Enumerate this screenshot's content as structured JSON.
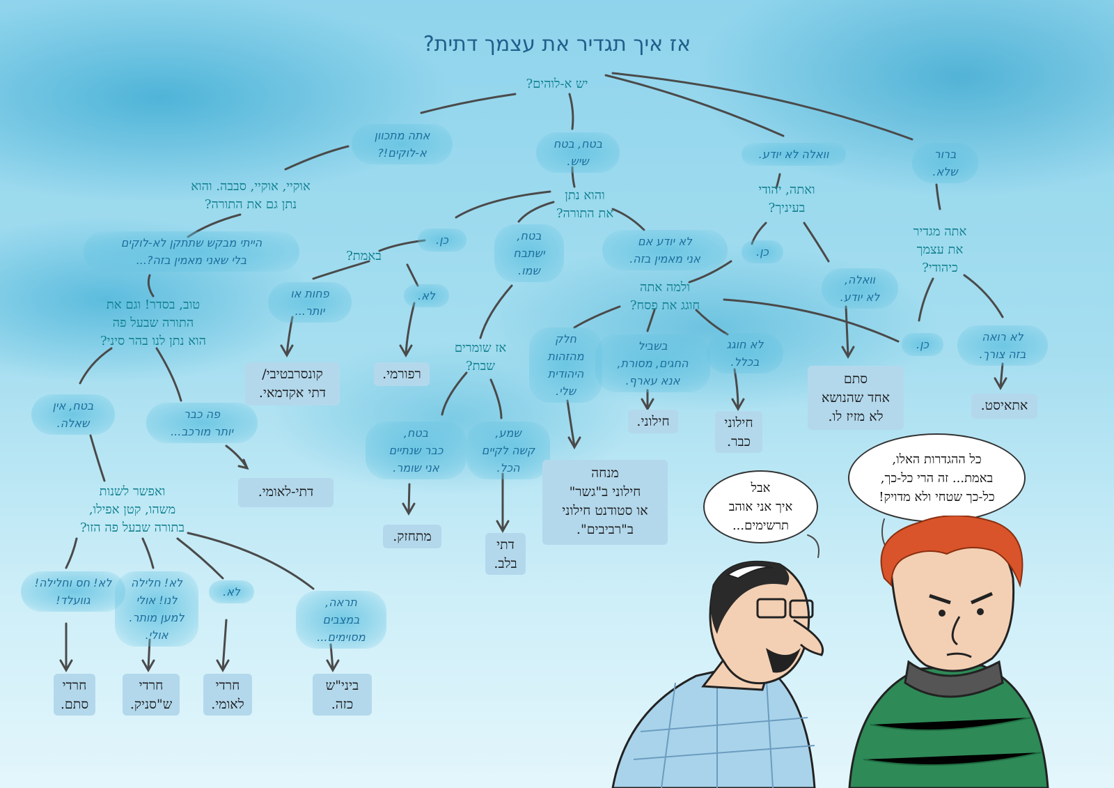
{
  "title": "אז איך תגדיר את עצמך דתית?",
  "questions": {
    "root": "יש א-לוהים?",
    "okay": "אוקיי, אוקיי, סבבה. והוא\nנתן גם את התורה?",
    "oral": "טוב, בסדר! וגם את\nהתורה שבעל פה\nהוא נתן לנו בהר סיני?",
    "change": "ואפשר לשנות\nמשהו, קטן אפילו,\nבתורה שבעל פה הזו?",
    "torah2": "והוא נתן\nאת התורה?",
    "really": "באמת?",
    "shabbat": "אז שומרים\nשבת?",
    "pesach": "ולמה אתה\nחוגג את פסח?",
    "jew_eyes": "ואתה, יהודי\nבעיניך?",
    "define_jew": "אתה מגדיר\nאת עצמך\nכיהודי?"
  },
  "answers": {
    "mean_god": "אתה מתכוון\nא-לוקים!?",
    "sure": "בטח, בטח\nשיש.",
    "dunno": "וואלה לא יודע.",
    "clearly_not": "ברור\nשלא.",
    "want_god": "הייתי מבקש שתתקן לא-לוקים\nבלי שאני מאמין בזה?...",
    "sure_no_q": "בטח, אין\nשאלה.",
    "complicated": "פה כבר\nיותר מורכב...",
    "no_way": "לא! חס וחלילה!\nגוועלד!",
    "no_only_more": "לא! חלילה\nלנו! אולי\nלמען מותר.\nאולי.",
    "no": "לא.",
    "see_mood": "תראה,\nבמצבים\nמסוימים...",
    "yes1": "כן.",
    "more_or_less": "פחות או\nיותר...",
    "no2": "לא.",
    "sure_blessed": "בטח,\nישתבח\nשמו.",
    "sure_keep": "בטח,\nכבר שנתיים\nאני שומר.",
    "yes_hard": "שמע,\nקשה לקיים\nהכל.",
    "dunno_believe": "לא יודע אם\nאני מאמין בזה.",
    "part_identity": "חלק\nמהזהות\nהיהודית\nשלי.",
    "holiday_trad": "בשביל\nהחגים, מסורת,\nאנא עארף.",
    "dont_celebrate": "לא חוגג\nבכלל.",
    "yes_jew": "כן.",
    "walla_dunno": "וואלה,\nלא יודע.",
    "no_need": "לא רואה\nבזה צורך.",
    "yes3": "כן."
  },
  "results": {
    "conservative": "קונסרבטיבי/\nדתי אקדמאי.",
    "reform": "רפורמי.",
    "dati_leumi": "דתי-לאומי.",
    "haredi_stam": "חרדי\nסתם.",
    "haredi_shas": "חרדי\nש\"סניק.",
    "haredi_leumi": "חרדי\nלאומי.",
    "beinaish": "ביני\"ש\nכזה.",
    "mitchazek": "מתחזק.",
    "dati_balev": "דתי\nבלב.",
    "minha": "מנחה\nחילוני ב\"גשר\"\nאו סטודנט חילוני\nב\"רביבים\".",
    "hiloni": "חילוני.",
    "hiloni_kvar": "חילוני\nכבר.",
    "stam_echad": "סתם\nאחד שהנושא\nלא מזיז לו.",
    "atheist": "אתאיסט."
  },
  "bubbles": {
    "left": "אבל\nאיך אני אוהב\nתרשימים...",
    "right": "כל ההגדרות האלו,\nבאמת... זה הרי כל-כך,\nכל-כך שטחי ולא מדויק!"
  },
  "colors": {
    "question": "#0e7f8e",
    "answer": "#1c6e9c",
    "result_box": "#b3d8ec",
    "line": "#4a4a4a"
  }
}
